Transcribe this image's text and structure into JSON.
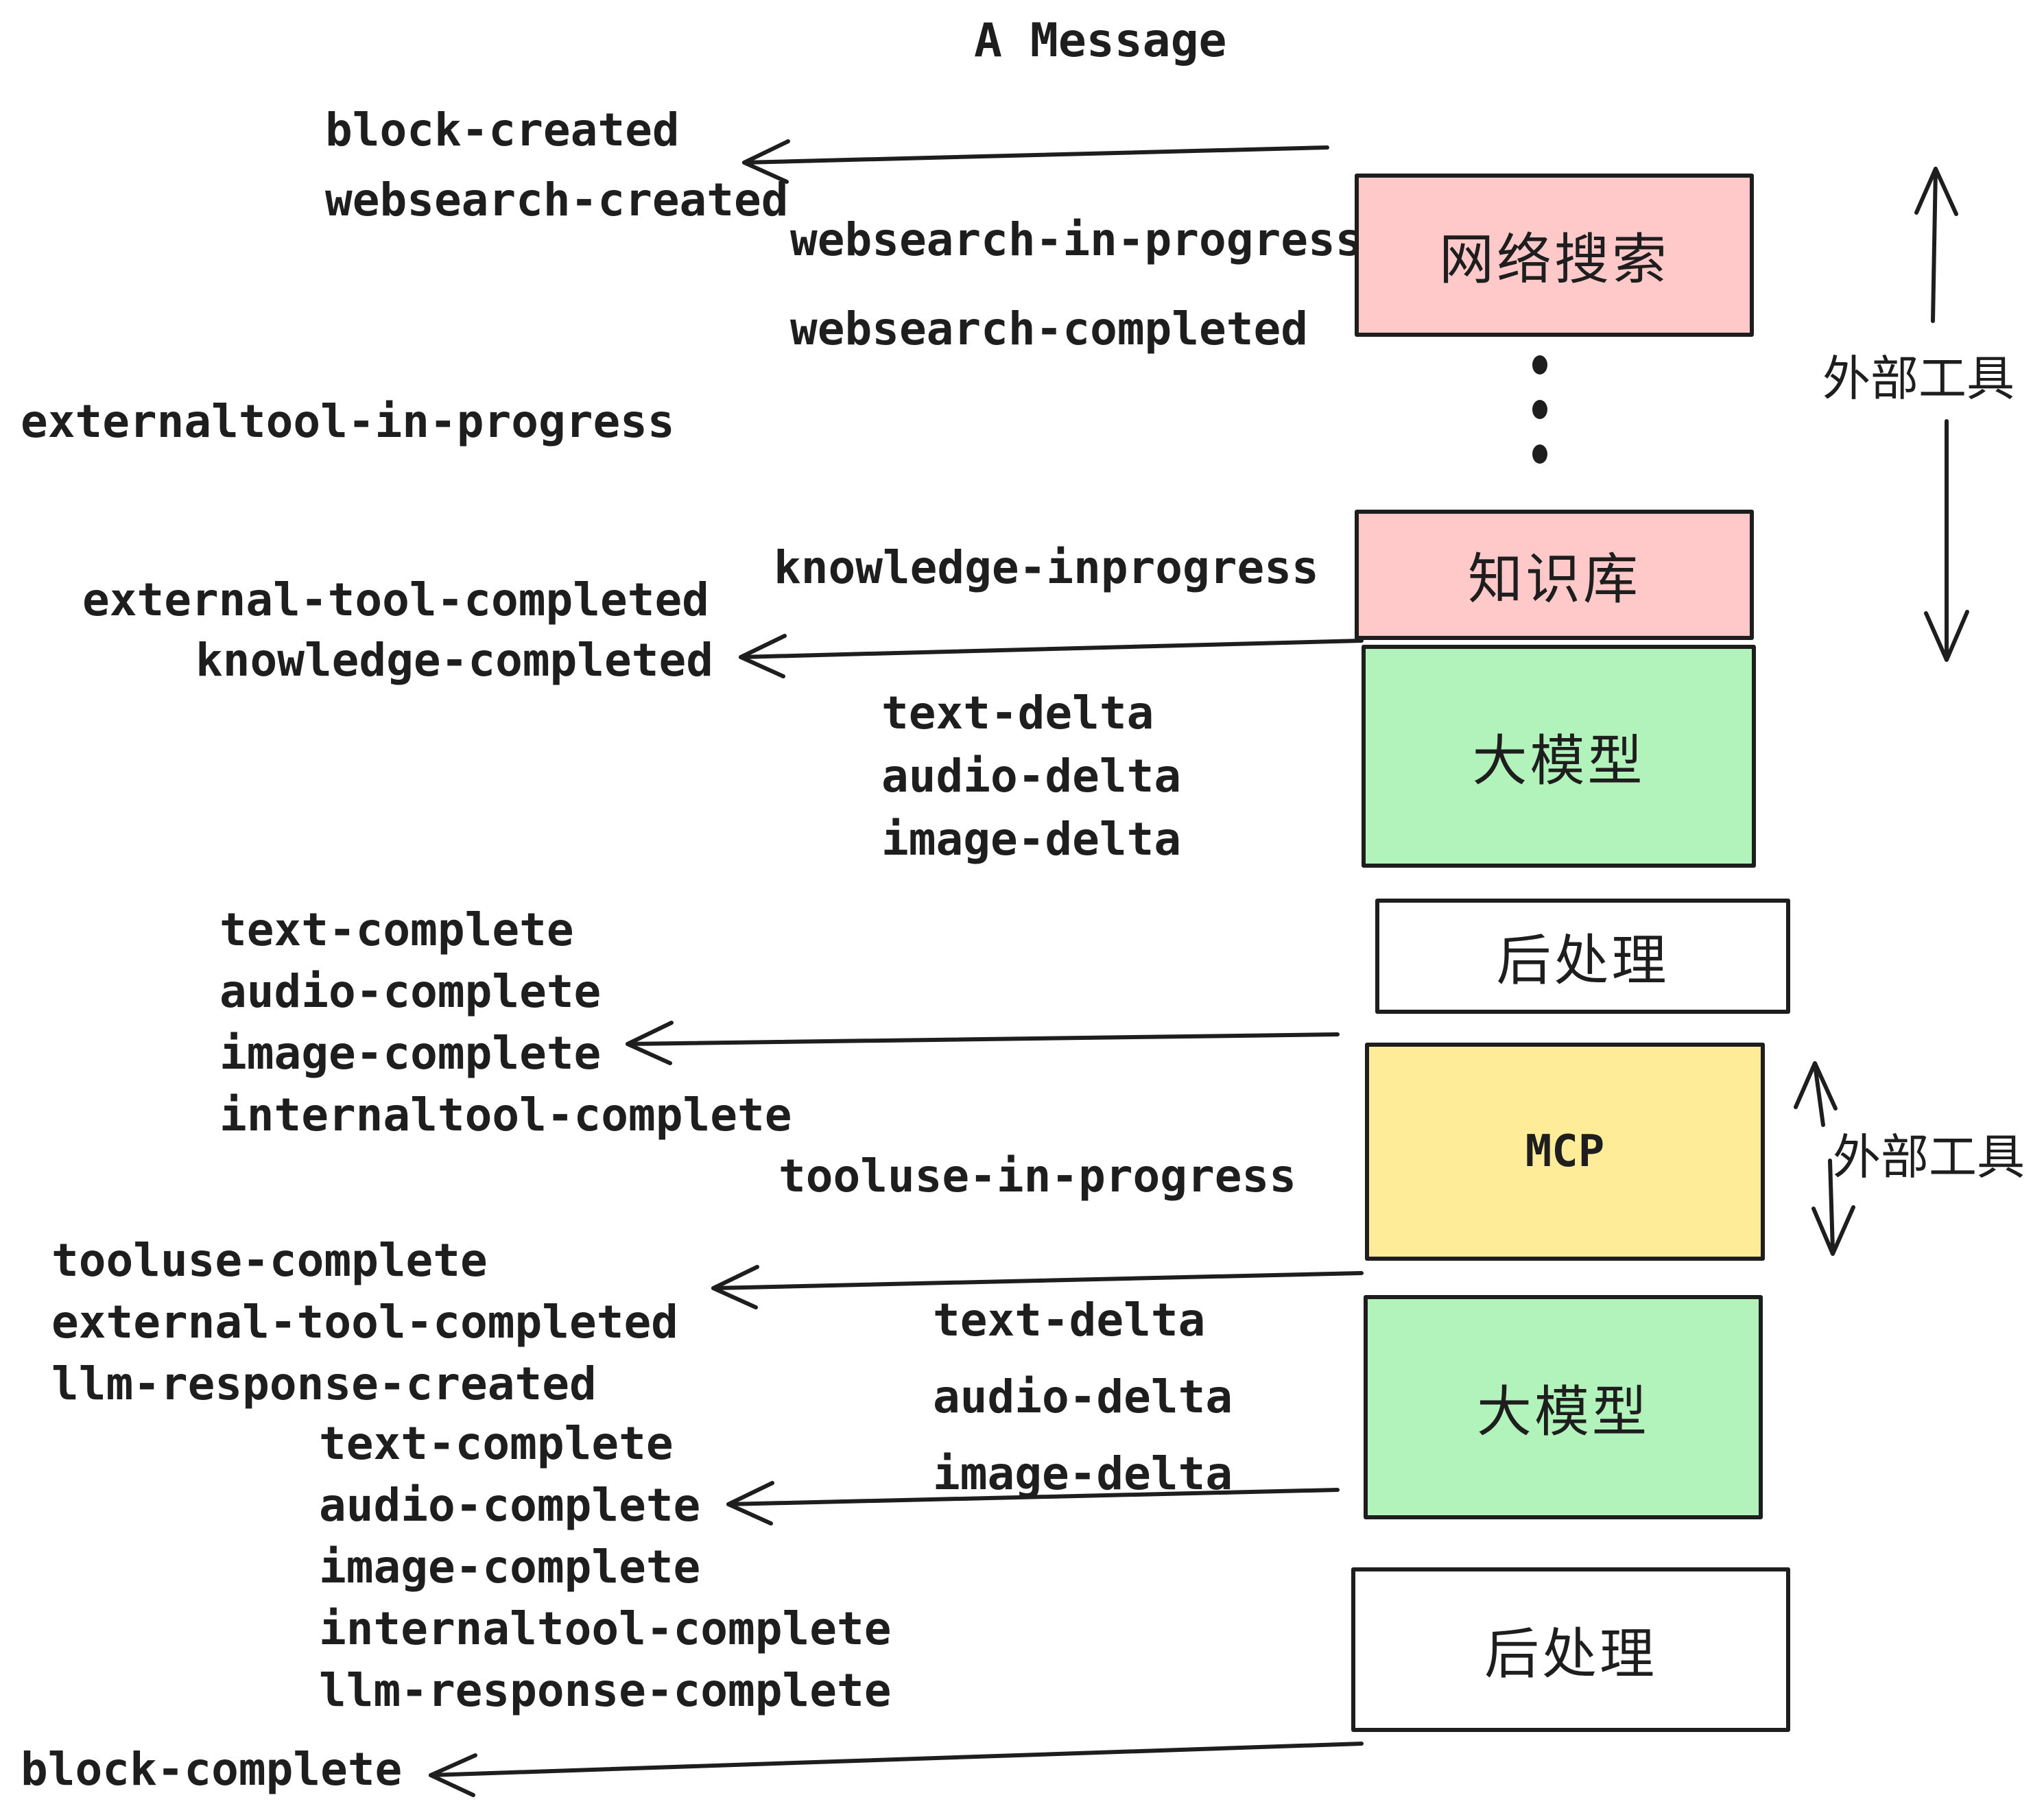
{
  "title": "A Message",
  "colors": {
    "background": "#ffffff",
    "stroke": "#1e1e1e",
    "pink": "#ffc9c9",
    "green": "#b2f2bb",
    "yellow": "#ffec99",
    "white": "#ffffff"
  },
  "boxes": {
    "websearch": {
      "label": "网络搜索",
      "color": "#ffc9c9"
    },
    "knowledge": {
      "label": "知识库",
      "color": "#ffc9c9"
    },
    "llm1": {
      "label": "大模型",
      "color": "#b2f2bb"
    },
    "post1": {
      "label": "后处理",
      "color": "#ffffff"
    },
    "mcp": {
      "label": "MCP",
      "color": "#ffec99"
    },
    "llm2": {
      "label": "大模型",
      "color": "#b2f2bb"
    },
    "post2": {
      "label": "后处理",
      "color": "#ffffff"
    }
  },
  "side_labels": {
    "external_tools_top": "外部工具",
    "external_tools_mcp": "外部工具"
  },
  "ellipsis": "vertical-dots",
  "events": {
    "block_created": "block-created",
    "websearch_created": "websearch-created",
    "websearch_in_progress": "websearch-in-progress",
    "websearch_completed": "websearch-completed",
    "externaltool_in_progress": "externaltool-in-progress",
    "knowledge_inprogress": "knowledge-inprogress",
    "external_tool_completed_1": "external-tool-completed",
    "knowledge_completed": "knowledge-completed",
    "delta1": [
      "text-delta",
      "audio-delta",
      "image-delta"
    ],
    "complete1": [
      "text-complete",
      "audio-complete",
      "image-complete",
      "internaltool-complete"
    ],
    "tooluse_in_progress": "tooluse-in-progress",
    "tooluse_complete": "tooluse-complete",
    "external_tool_completed_2": "external-tool-completed",
    "llm_response_created": "llm-response-created",
    "delta2": [
      "text-delta",
      "audio-delta",
      "image-delta"
    ],
    "complete2": [
      "text-complete",
      "audio-complete",
      "image-complete",
      "internaltool-complete",
      "llm-response-complete"
    ],
    "block_complete": "block-complete"
  }
}
